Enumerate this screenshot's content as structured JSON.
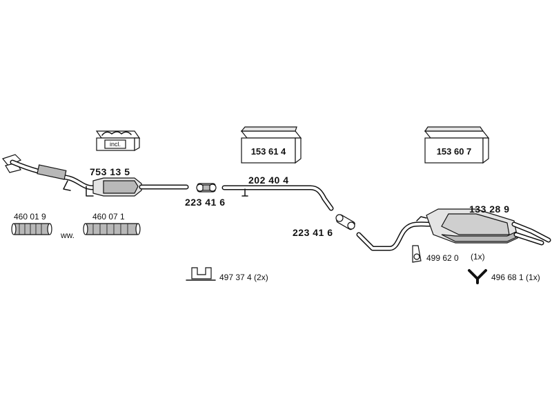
{
  "diagram": {
    "parts": {
      "front_pipe_catalyst": "753 13 5",
      "clamp_front": "223 41 6",
      "middle_pipe": "202 40 4",
      "clamp_rear": "223 41 6",
      "rear_silencer": "133 28 9",
      "flex_pipe_a": "460 01 9",
      "flex_pipe_b": "460 07 1",
      "alternative_marker": "ww.",
      "mounting_bracket": "497 37 4 (2x)",
      "rubber_hanger": "499 62 0",
      "rubber_hanger_qty": "(1x)",
      "y_hanger": "496 68 1 (1x)"
    },
    "kits": {
      "incl_box_label": "incl.",
      "mounting_kit_1": "153 61 4",
      "mounting_kit_2": "153 60 7"
    }
  }
}
